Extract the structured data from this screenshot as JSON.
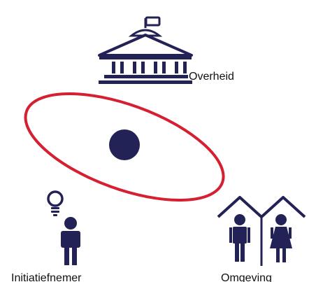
{
  "colors": {
    "navy": "#232256",
    "red": "#d61f31",
    "text": "#111111",
    "background": "#ffffff"
  },
  "nodes": {
    "government": {
      "label": "Overheid",
      "icon": "government-building-icon"
    },
    "initiator": {
      "label": "Initiatiefnemer",
      "icon": "person-lightbulb-icon"
    },
    "surroundings": {
      "label": "Omgeving",
      "icon": "family-house-icon"
    }
  },
  "center": {
    "icon": "dot-icon"
  },
  "orbit": {
    "icon": "ellipse-orbit-icon"
  }
}
